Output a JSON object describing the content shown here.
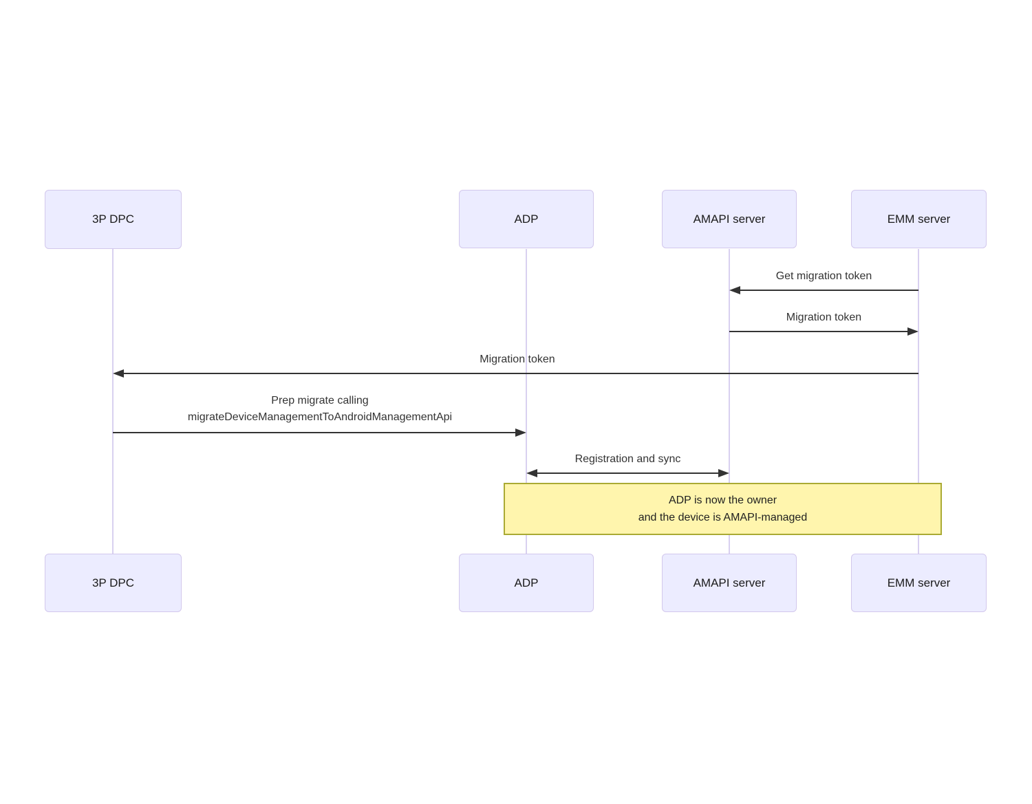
{
  "diagram": {
    "type": "sequence-diagram",
    "actors": [
      {
        "id": "3p-dpc",
        "label": "3P DPC"
      },
      {
        "id": "adp",
        "label": "ADP"
      },
      {
        "id": "amapi-server",
        "label": "AMAPI server"
      },
      {
        "id": "emm-server",
        "label": "EMM server"
      }
    ],
    "messages": [
      {
        "label": "Get migration token",
        "from": "EMM server",
        "to": "AMAPI server",
        "arrow": "solid",
        "direction": "left"
      },
      {
        "label": "Migration token",
        "from": "AMAPI server",
        "to": "EMM server",
        "arrow": "solid",
        "direction": "right"
      },
      {
        "label": "Migration token",
        "from": "EMM server",
        "to": "3P DPC",
        "arrow": "solid",
        "direction": "left"
      },
      {
        "label_line1": "Prep migrate calling",
        "label_line2": "migrateDeviceManagementToAndroidManagementApi",
        "from": "3P DPC",
        "to": "ADP",
        "arrow": "solid",
        "direction": "right"
      },
      {
        "label": "Registration and sync",
        "from": "ADP",
        "to": "AMAPI server",
        "arrow": "solid",
        "direction": "both"
      }
    ],
    "note": {
      "over": [
        "ADP",
        "AMAPI server",
        "EMM server"
      ],
      "line1": "ADP is now the owner",
      "line2": "and the device is AMAPI-managed"
    },
    "colors": {
      "actor_fill": "#ececff",
      "actor_border": "#d2c7ec",
      "lifeline": "#d8d0f0",
      "arrow": "#333333",
      "message_text": "#333333",
      "note_fill": "#fff5ad",
      "note_border": "#aaaa33"
    }
  }
}
